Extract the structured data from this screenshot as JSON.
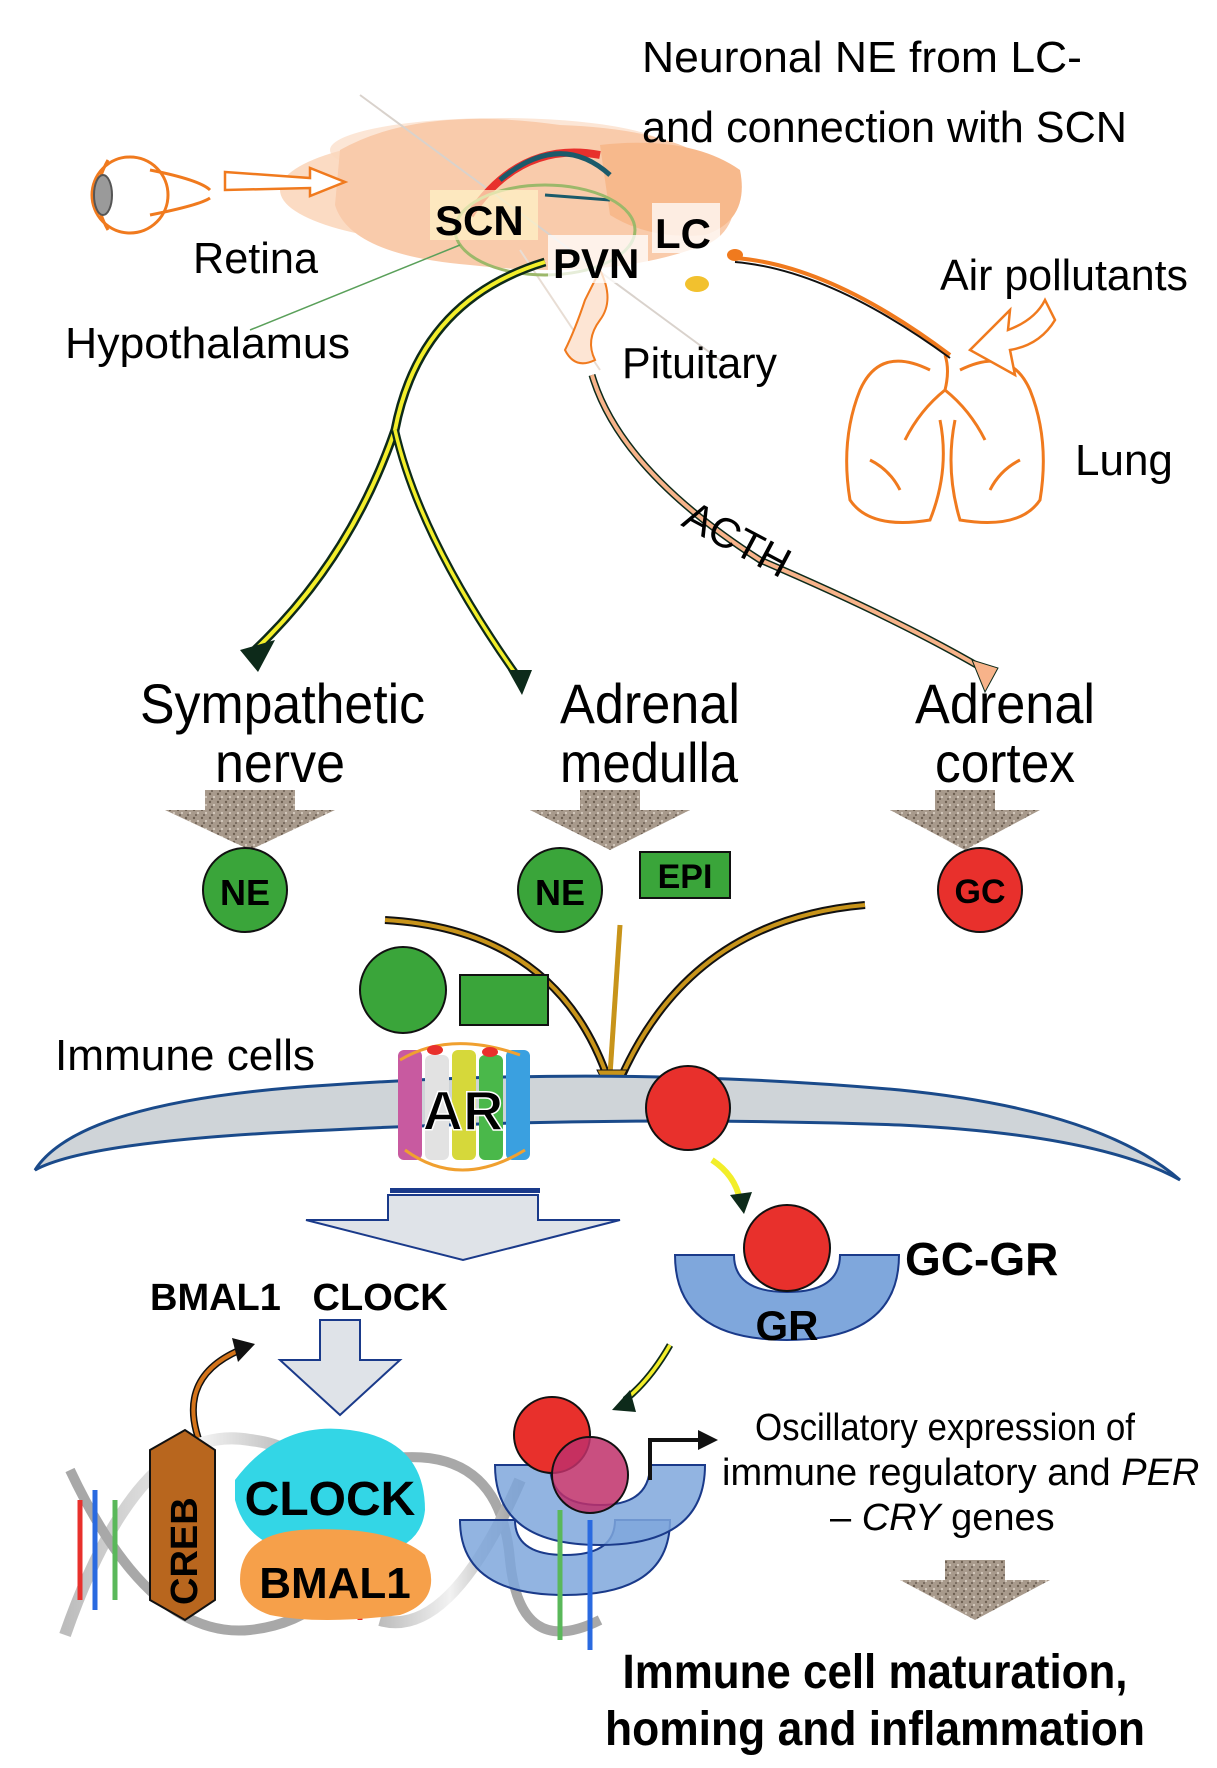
{
  "labels": {
    "neuronal_line1": "Neuronal NE from LC-",
    "neuronal_line2": "and connection with SCN",
    "retina": "Retina",
    "hypothalamus": "Hypothalamus",
    "scn": "SCN",
    "pvn": "PVN",
    "lc": "LC",
    "pituitary": "Pituitary",
    "air_pollutants": "Air pollutants",
    "lung": "Lung",
    "acth": "ACTH",
    "sympathetic_line1": "Sympathetic",
    "sympathetic_line2": "nerve",
    "adrenal_medulla_line1": "Adrenal",
    "adrenal_medulla_line2": "medulla",
    "adrenal_cortex_line1": "Adrenal",
    "adrenal_cortex_line2": "cortex",
    "ne": "NE",
    "epi": "EPI",
    "gc": "GC",
    "immune_cells": "Immune cells",
    "ar": "AR",
    "gc_gr": "GC-GR",
    "gr": "GR",
    "bmal1_clock": "BMAL1   CLOCK",
    "creb": "CREB",
    "clock": "CLOCK",
    "bmal1": "BMAL1",
    "osc_line1": "Oscillatory expression of",
    "osc_line2_pre": "immune regulatory and ",
    "osc_line2_italic": "PER",
    "osc_line3_pre": "– ",
    "osc_line3_italic": "CRY",
    "osc_line3_post": " genes",
    "outcome_line1": "Immune cell maturation,",
    "outcome_line2": "homing and inflammation"
  },
  "colors": {
    "ne_green": "#3aa53a",
    "gc_red": "#e8302c",
    "brain_peach": "#f8c9a8",
    "orange_outline": "#f07a1e",
    "gr_blue": "#7fa7dc",
    "clock_cyan": "#33d6e6",
    "bmal1_orange": "#f6a04a",
    "creb_brown": "#b8661e",
    "membrane_grey": "#cfd4d8",
    "arrow_yellow": "#f2ee2a"
  }
}
